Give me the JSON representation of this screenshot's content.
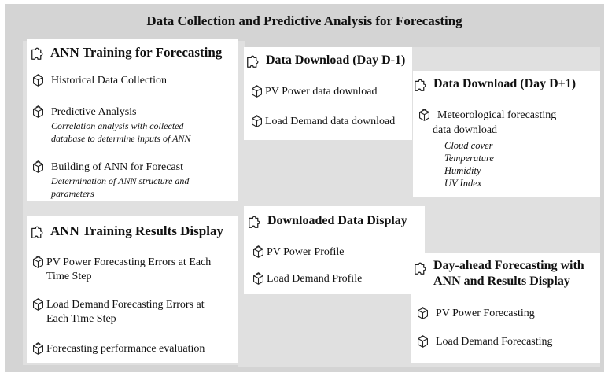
{
  "title": "Data Collection and Predictive Analysis for Forecasting",
  "ann_training": {
    "title": "ANN Training for Forecasting",
    "items": [
      {
        "text": "Historical Data Collection"
      },
      {
        "text": "Predictive Analysis",
        "sub": [
          "Correlation analysis with collected",
          "database to determine inputs of ANN"
        ]
      },
      {
        "text": "Building of ANN for Forecast",
        "sub": [
          "Determination of ANN structure and",
          "parameters"
        ]
      }
    ]
  },
  "ann_results": {
    "title": "ANN Training Results Display",
    "items": [
      {
        "lines": [
          "PV Power Forecasting Errors at Each",
          "Time Step"
        ]
      },
      {
        "lines": [
          "Load Demand Forecasting Errors at",
          "Each Time Step"
        ]
      },
      {
        "lines": [
          "Forecasting performance evaluation"
        ]
      }
    ]
  },
  "download_d_minus_1": {
    "title": "Data Download (Day D-1)",
    "items": [
      "PV Power data download",
      "Load Demand data download"
    ]
  },
  "download_d_plus_1": {
    "title": "Data Download (Day D+1)",
    "item_lines": [
      "Meteorological forecasting",
      "data download"
    ],
    "subitems": [
      "Cloud cover",
      "Temperature",
      "Humidity",
      "UV Index"
    ]
  },
  "downloaded_display": {
    "title": "Downloaded Data Display",
    "items": [
      "PV Power Profile",
      "Load Demand Profile"
    ]
  },
  "day_ahead": {
    "title_lines": [
      "Day-ahead Forecasting with",
      "ANN and Results Display"
    ],
    "items": [
      "PV Power Forecasting",
      "Load Demand Forecasting"
    ]
  },
  "icons": {
    "module": "puzzle-piece-icon",
    "step": "box-cube-icon"
  }
}
